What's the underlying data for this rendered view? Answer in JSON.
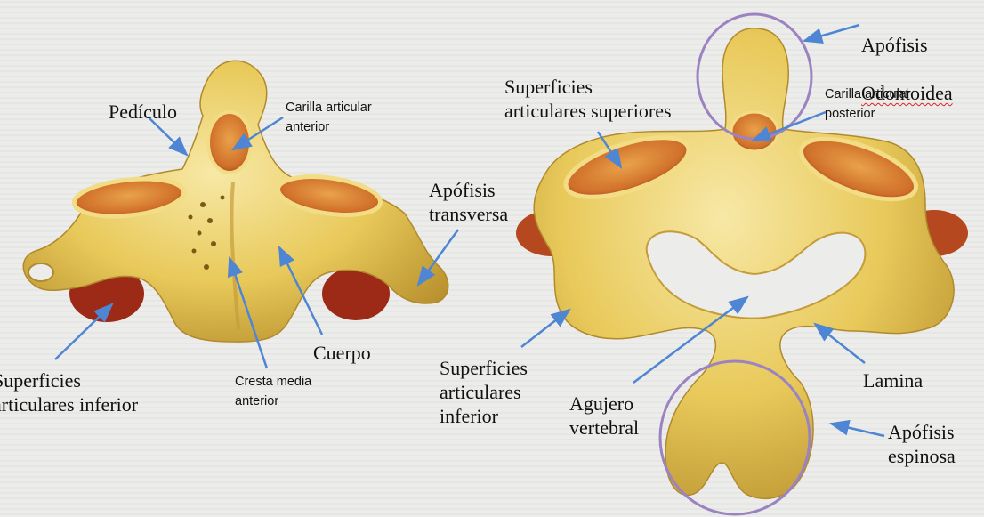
{
  "colors": {
    "background": "#ececea",
    "bone": "#e9cd62",
    "bone_light": "#f5e39b",
    "bone_shadow": "#b8902e",
    "articular_surface": "#d2702a",
    "articular_dark": "#8f2d14",
    "arrow": "#4f86d3",
    "circle": "#9b83c2"
  },
  "left_vertebra": {
    "labels": {
      "pediculo": "Pedículo",
      "carilla_articular_anterior": "Carilla articular\nanterior",
      "apofisis_transversa": "Apófisis\ntransversa",
      "cuerpo": "Cuerpo",
      "cresta_media_anterior": "Cresta media\nanterior",
      "superficies_articulares_inferior": "Superficies\narticulares inferior"
    }
  },
  "right_vertebra": {
    "labels": {
      "apofisis_odontoidea_line1": "Apófisis",
      "apofisis_odontoidea_line2": "Odontoidea",
      "carilla_articular_posterior": "Carilla articular\nposterior",
      "superficies_articulares_superiores": "Superficies\narticulares superiores",
      "superficies_articulares_inferior": "Superficies\narticulares\ninferior",
      "agujero_vertebral": "Agujero\nvertebral",
      "lamina": "Lamina",
      "apofisis_espinosa": "Apófisis\nespinosa"
    }
  }
}
